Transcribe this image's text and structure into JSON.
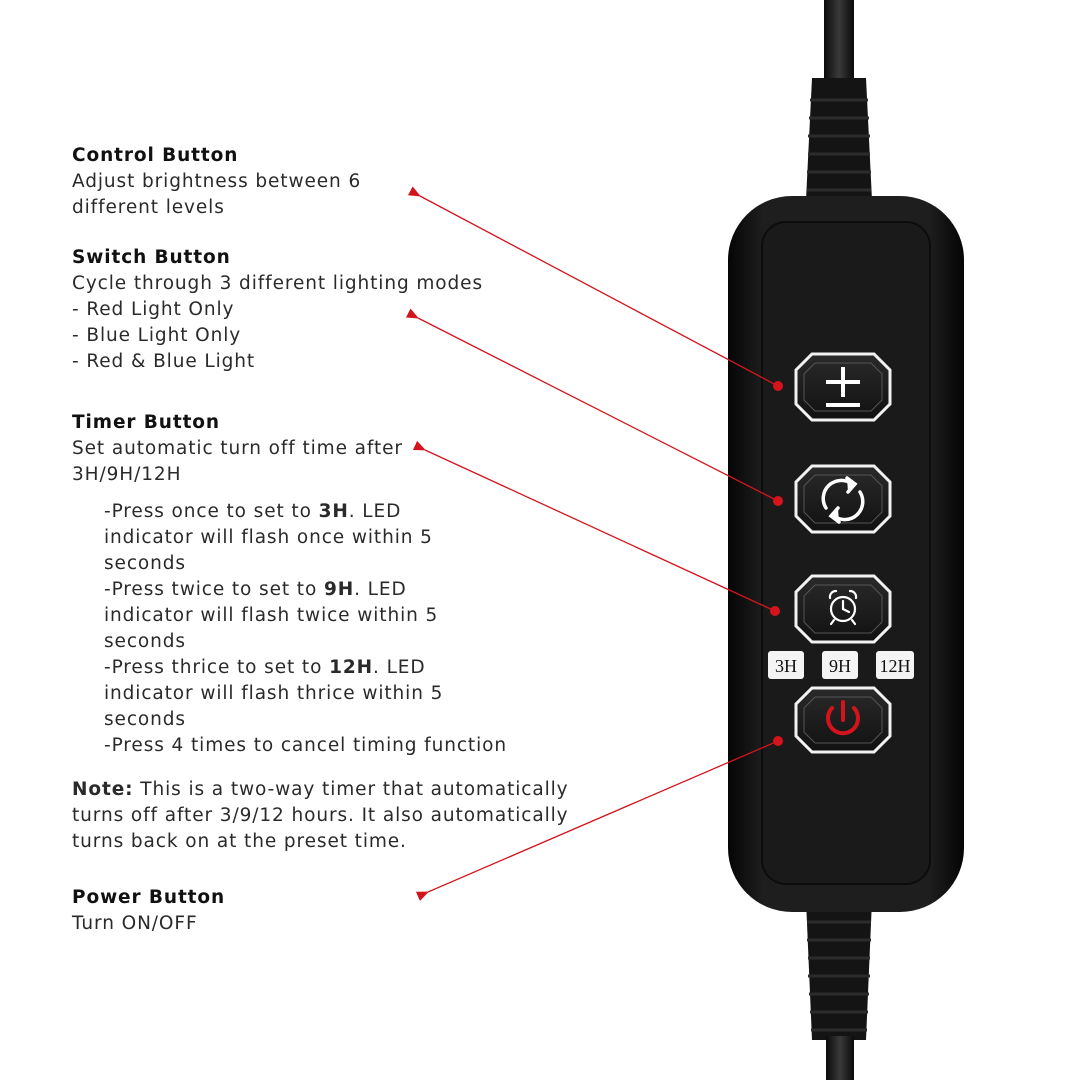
{
  "control": {
    "title": "Control Button",
    "desc_line1": "Adjust brightness between 6",
    "desc_line2": "different levels"
  },
  "switch": {
    "title": "Switch Button",
    "desc": "Cycle through 3 different lighting modes",
    "modes": [
      "- Red Light Only",
      "- Blue Light Only",
      "- Red & Blue Light"
    ]
  },
  "timer": {
    "title": "Timer Button",
    "desc_line1": "Set automatic turn off time after",
    "desc_line2": "3H/9H/12H",
    "once_pre": "-Press once to set to ",
    "once_val": "3H",
    "once_post": ". LED",
    "once_line2": "indicator will flash once within 5",
    "once_line3": "seconds",
    "twice_pre": "-Press twice to set to ",
    "twice_val": "9H",
    "twice_post": ". LED",
    "twice_line2": "indicator will flash twice within 5",
    "twice_line3": "seconds",
    "thrice_pre": "-Press thrice to set to ",
    "thrice_val": "12H",
    "thrice_post": ". LED",
    "thrice_line2": "indicator will flash thrice within 5",
    "thrice_line3": "seconds",
    "cancel": "-Press 4 times to cancel timing function"
  },
  "note": {
    "label": "Note:",
    "line1": " This is a two-way timer that automatically",
    "line2": "turns off after 3/9/12 hours. It also automatically",
    "line3": "turns back on at the preset time."
  },
  "power": {
    "title": "Power Button",
    "desc": "Turn ON/OFF"
  },
  "device": {
    "timer_labels": [
      "3H",
      "9H",
      "12H"
    ],
    "plus_minus_glyph": "±"
  },
  "colors": {
    "arrow": "#d4141c",
    "body": "#121212",
    "button": "#1c1c1c",
    "power_icon": "#d4141c"
  }
}
